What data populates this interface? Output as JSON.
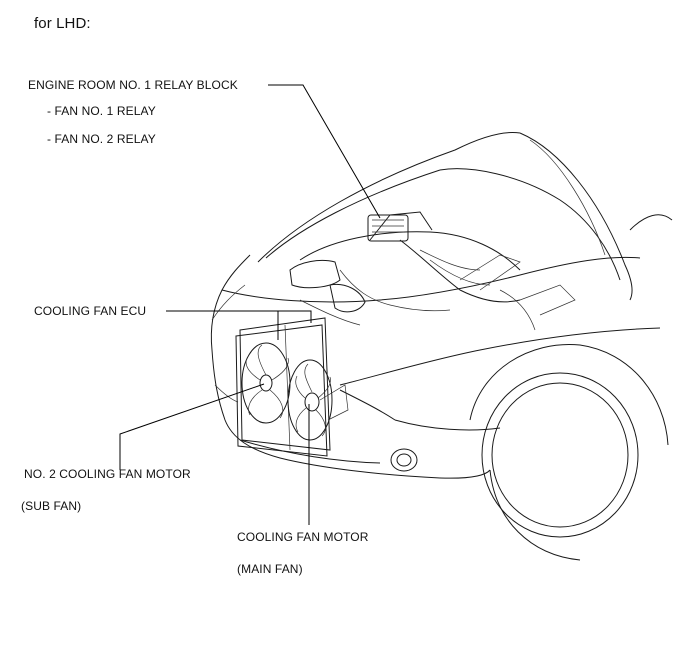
{
  "header": {
    "title": "for LHD:"
  },
  "callouts": {
    "relay_block": "ENGINE ROOM NO. 1 RELAY BLOCK",
    "fan1_relay": "- FAN NO. 1 RELAY",
    "fan2_relay": "- FAN NO. 2 RELAY",
    "ecu": "COOLING FAN ECU",
    "sub_motor": "NO. 2 COOLING FAN MOTOR",
    "sub_fan": "(SUB FAN)",
    "main_motor": "COOLING FAN MOTOR",
    "main_fan": "(MAIN FAN)"
  }
}
